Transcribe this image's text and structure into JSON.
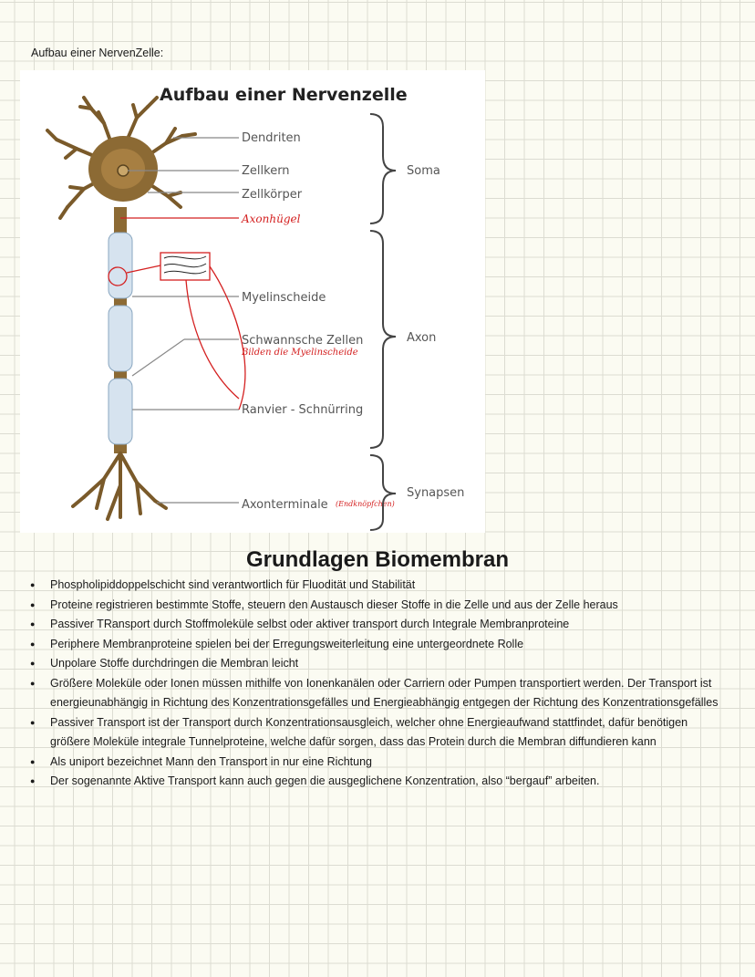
{
  "intro": "Aufbau einer NervenZelle:",
  "figure": {
    "title": "Aufbau einer Nervenzelle",
    "labels": {
      "dendriten": "Dendriten",
      "zellkern": "Zellkern",
      "zellkoerper": "Zellkörper",
      "myelinscheide": "Myelinscheide",
      "schwann": "Schwannsche Zellen",
      "ranvier": "Ranvier - Schnürring",
      "axonterminale": "Axonterminale",
      "soma": "Soma",
      "axon": "Axon",
      "synapsen": "Synapsen"
    },
    "handwritten": {
      "axonhuegel": "Axonhügel",
      "schwann_note": "Bilden die Myelinscheide",
      "axonterminale_note": "(Endknöpfchen)"
    }
  },
  "heading": "Grundlagen Biomembran",
  "bullets": [
    "Phospholipiddoppelschicht sind verantwortlich für Fluodität und Stabilität",
    "Proteine registrieren bestimmte Stoffe, steuern den Austausch dieser Stoffe in die Zelle und aus der Zelle heraus",
    "Passiver TRansport durch Stoffmoleküle selbst oder aktiver transport durch Integrale Membranproteine",
    "Periphere Membranproteine spielen bei der Erregungsweiterleitung eine untergeordnete Rolle",
    "Unpolare Stoffe durchdringen die Membran leicht",
    "Größere Moleküle oder Ionen müssen mithilfe von Ionenkanälen oder Carriern oder Pumpen transportiert werden. Der Transport ist energieunabhängig in Richtung des Konzentrationsgefälles und Energieabhängig entgegen der Richtung des Konzentrationsgefälles",
    "Passiver Transport ist der Transport durch Konzentrationsausgleich, welcher ohne Energieaufwand stattfindet, dafür benötigen größere Moleküle integrale Tunnelproteine, welche dafür sorgen, dass das Protein durch die Membran diffundieren kann",
    "Als uniport bezeichnet Mann den Transport in nur eine Richtung",
    "Der sogenannte Aktive Transport kann auch gegen die ausgeglichene Konzentration, also “bergauf” arbeiten."
  ]
}
